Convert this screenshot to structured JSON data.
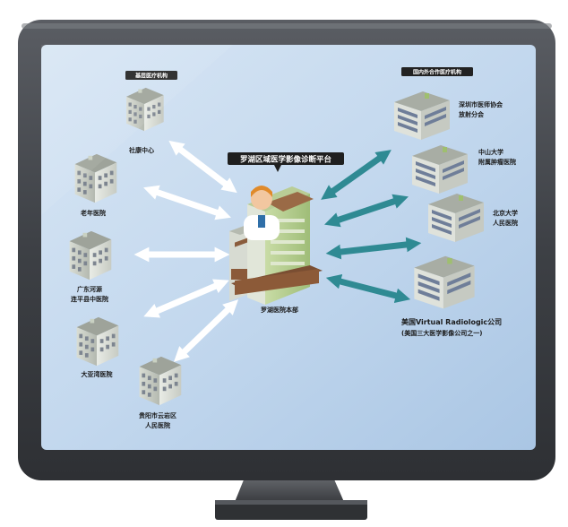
{
  "platform_title": "罗湖区域医学影像诊断平台",
  "hub_label": "罗湖医院本部",
  "left_group_tag": "基层医疗机构",
  "right_group_tag": "国内外合作医疗机构",
  "left_nodes": [
    {
      "lines": [
        "社康中心"
      ]
    },
    {
      "lines": [
        "老年医院"
      ]
    },
    {
      "lines": [
        "广东河源",
        "连平县中医院"
      ]
    },
    {
      "lines": [
        "大亚湾医院"
      ]
    },
    {
      "lines": [
        "贵阳市云岩区",
        "人民医院"
      ]
    }
  ],
  "right_nodes": [
    {
      "lines": [
        "深圳市医师协会",
        "放射分会"
      ]
    },
    {
      "lines": [
        "中山大学",
        "附属肿瘤医院"
      ]
    },
    {
      "lines": [
        "北京大学",
        "人民医院"
      ]
    },
    {
      "lines": [
        "美国Virtual Radiologic公司",
        "(美国三大医学影像公司之一)"
      ]
    }
  ],
  "colors": {
    "screen_bg": "#c9dcef",
    "white_arrow": "#ffffff",
    "teal_arrow": "#2f8a93",
    "tag_bg": "#222222",
    "title_bg": "#1f1f1f",
    "bezel": "#4a4d52"
  }
}
